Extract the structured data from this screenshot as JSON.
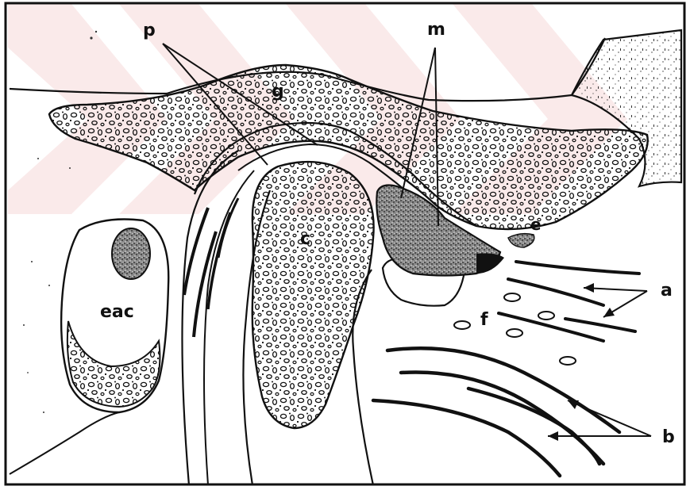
{
  "labels": {
    "p": "p",
    "m": "m",
    "g": "g",
    "c": "c",
    "e": "e",
    "eac": "eac",
    "a": "a",
    "f": "f",
    "b": "b"
  },
  "watermark": {
    "color": "#f4d6d6"
  }
}
